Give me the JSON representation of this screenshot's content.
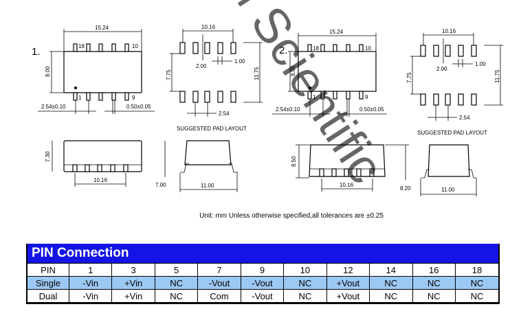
{
  "drawing1": {
    "label": "1.",
    "top_view": {
      "width": "15.24",
      "height": "8.00",
      "pin_pitch": "2.54±0.10",
      "pin_width": "0.50±0.05",
      "pin_18": "18",
      "pin_10": "10",
      "pin_1": "1",
      "pin_9": "9"
    },
    "pad_layout": {
      "span": "10.16",
      "pad_len": "2.00",
      "pad_w": "1.00",
      "inner": "7.75",
      "outer": "11.75",
      "pitch": "2.54",
      "caption": "SUGGESTED PAD LAYOUT"
    },
    "side_view": {
      "height": "7.30",
      "span": "10.16",
      "seat": "7.00",
      "width": "11.00"
    }
  },
  "drawing2": {
    "label": "2.",
    "top_view": {
      "width": "15.24",
      "height": "8.00",
      "pin_pitch": "2.54±0.10",
      "pin_width": "0.50±0.05",
      "pin_18": "18",
      "pin_10": "10",
      "pin_1": "1",
      "pin_9": "9"
    },
    "pad_layout": {
      "span": "10.16",
      "pad_len": "2.00",
      "pad_w": "1.00",
      "inner": "7.75",
      "outer": "11.75",
      "pitch": "2.54",
      "caption": "SUGGESTED PAD LAYOUT"
    },
    "side_view": {
      "height": "8.50",
      "span": "10.16",
      "seat": "8.20",
      "width": "11.00"
    }
  },
  "note": "Unit: mm Unless otherwise specified,all tolerances are ±0.25",
  "watermark": "n Scientific",
  "pin_table": {
    "title": "PIN Connection",
    "header": [
      "PIN",
      "1",
      "3",
      "5",
      "7",
      "9",
      "10",
      "12",
      "14",
      "16",
      "18"
    ],
    "rows": [
      [
        "Single",
        "-Vin",
        "+Vin",
        "NC",
        "-Vout",
        "-Vout",
        "NC",
        "+Vout",
        "NC",
        "NC",
        "NC"
      ],
      [
        "Dual",
        "-Vin",
        "+Vin",
        "NC",
        "Com",
        "-Vout",
        "NC",
        "+Vout",
        "NC",
        "NC",
        "NC"
      ]
    ],
    "colors": {
      "title_bg": "#1414e6",
      "single_row_bg": "#9cc8f4"
    }
  }
}
